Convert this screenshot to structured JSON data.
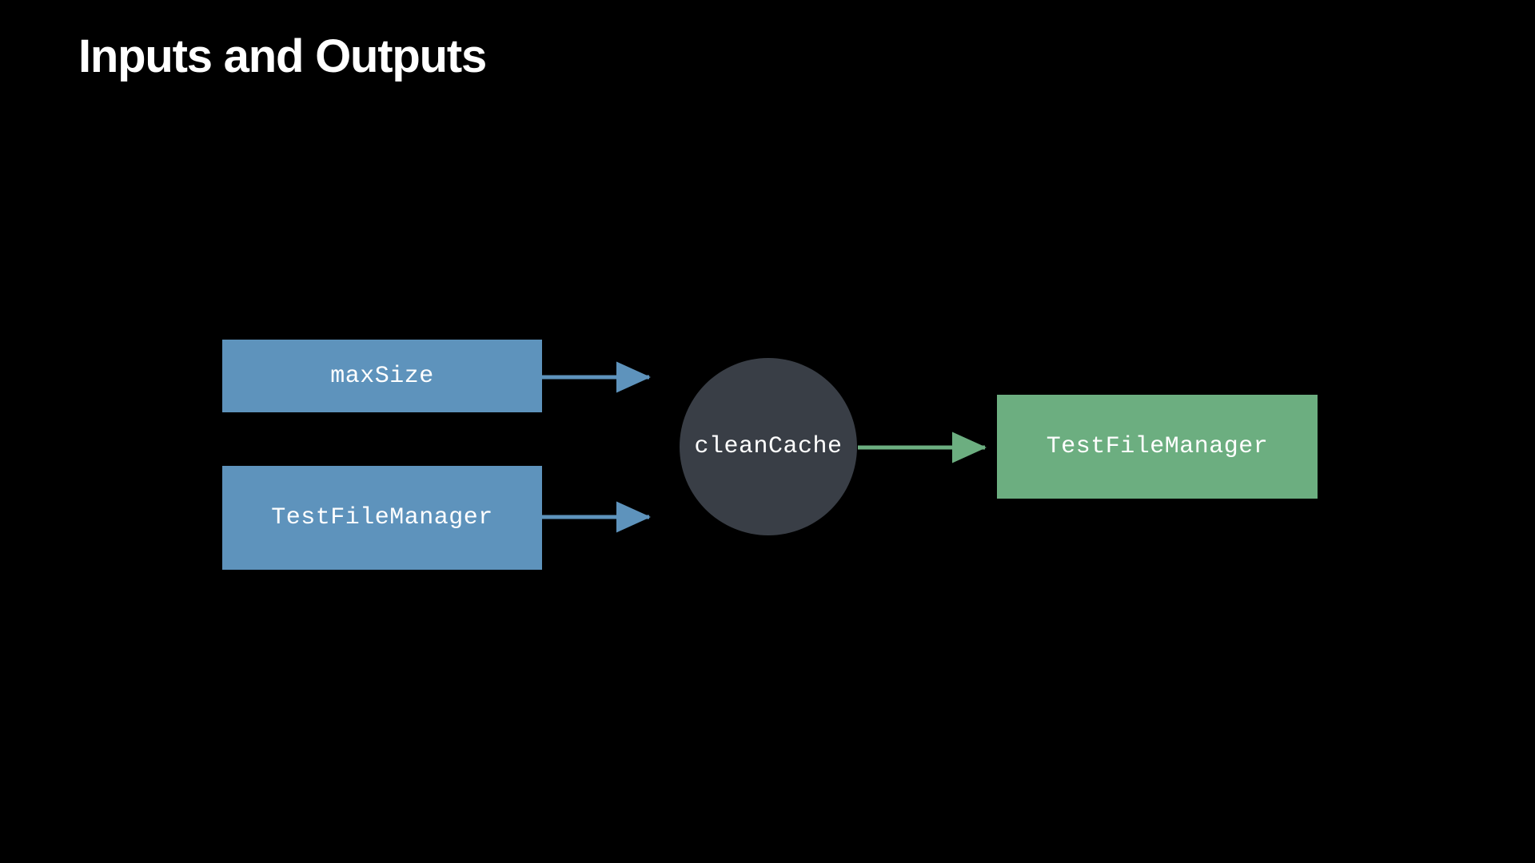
{
  "slide": {
    "title": "Inputs and Outputs",
    "background_color": "#000000",
    "title_color": "#ffffff"
  },
  "palette": {
    "input_fill": "#5e93bc",
    "process_fill": "#393e46",
    "output_fill": "#6cae80",
    "input_edge": "#5e93bc",
    "output_edge": "#6cae80",
    "node_text": "#ffffff"
  },
  "diagram": {
    "type": "flow",
    "orientation": "left-to-right",
    "inputs": [
      {
        "label": "maxSize",
        "shape": "rectangle",
        "fill": "#5e93bc"
      },
      {
        "label": "TestFileManager",
        "shape": "rectangle",
        "fill": "#5e93bc"
      }
    ],
    "process": {
      "label": "cleanCache",
      "shape": "circle",
      "fill": "#393e46"
    },
    "outputs": [
      {
        "label": "TestFileManager",
        "shape": "rectangle",
        "fill": "#6cae80"
      }
    ],
    "edges": [
      {
        "from": "maxSize",
        "to": "cleanCache",
        "color": "#5e93bc",
        "arrow": "end"
      },
      {
        "from": "TestFileManager",
        "to": "cleanCache",
        "color": "#5e93bc",
        "arrow": "end"
      },
      {
        "from": "cleanCache",
        "to": "TestFileManager",
        "color": "#6cae80",
        "arrow": "end"
      }
    ]
  }
}
